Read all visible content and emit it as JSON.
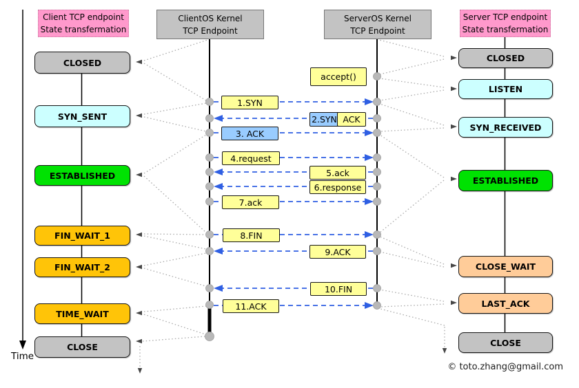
{
  "colors": {
    "pink_header": "#FF99CC",
    "gray_box": "#C3C3C3",
    "cyan_box": "#CCFFFF",
    "green_box": "#00E202",
    "gold_box": "#FFC408",
    "peach_box": "#FFCC99",
    "yellow_label": "#FFFF99",
    "blue_label": "#99CCFF",
    "arrow_blue": "#2F5FE3",
    "dot_gray": "#B8B8B8",
    "connector_gray": "#A8A8A8"
  },
  "headers": {
    "client_state": {
      "line1": "Client TCP endpoint",
      "line2": "State transfermation"
    },
    "client_kernel": {
      "line1": "ClientOS Kernel",
      "line2": "TCP Endpoint"
    },
    "server_kernel": {
      "line1": "ServerOS Kernel",
      "line2": "TCP Endpoint"
    },
    "server_state": {
      "line1": "Server TCP endpoint",
      "line2": "State transfermation"
    }
  },
  "client_states": [
    {
      "label": "CLOSED",
      "kind": "gray"
    },
    {
      "label": "SYN_SENT",
      "kind": "cyan"
    },
    {
      "label": "ESTABLISHED",
      "kind": "green"
    },
    {
      "label": "FIN_WAIT_1",
      "kind": "gold"
    },
    {
      "label": "FIN_WAIT_2",
      "kind": "gold"
    },
    {
      "label": "TIME_WAIT",
      "kind": "gold"
    },
    {
      "label": "CLOSE",
      "kind": "gray"
    }
  ],
  "server_states": [
    {
      "label": "CLOSED",
      "kind": "gray"
    },
    {
      "label": "LISTEN",
      "kind": "cyan"
    },
    {
      "label": "SYN_RECEIVED",
      "kind": "cyan"
    },
    {
      "label": "ESTABLISHED",
      "kind": "green"
    },
    {
      "label": "CLOSE_WAIT",
      "kind": "peach"
    },
    {
      "label": "LAST_ACK",
      "kind": "peach"
    },
    {
      "label": "CLOSE",
      "kind": "gray"
    }
  ],
  "syscall_label": "accept()",
  "messages": [
    {
      "label": "1.SYN",
      "direction": "right",
      "box": "yellow"
    },
    {
      "label": "2.SYN",
      "label2": "ACK",
      "direction": "left",
      "box": "blue+yellow"
    },
    {
      "label": "3. ACK",
      "direction": "right",
      "box": "blue"
    },
    {
      "label": "4.request",
      "direction": "right",
      "box": "yellow"
    },
    {
      "label": "5.ack",
      "direction": "left",
      "box": "yellow"
    },
    {
      "label": "6.response",
      "direction": "left",
      "box": "yellow"
    },
    {
      "label": "7.ack",
      "direction": "right",
      "box": "yellow"
    },
    {
      "label": "8.FIN",
      "direction": "right",
      "box": "yellow"
    },
    {
      "label": "9.ACK",
      "direction": "left",
      "box": "yellow"
    },
    {
      "label": "10.FIN",
      "direction": "left",
      "box": "yellow"
    },
    {
      "label": "11.ACK",
      "direction": "right",
      "box": "yellow"
    }
  ],
  "time_axis": {
    "label": "Time"
  },
  "footer": {
    "copyright": "© toto.zhang@gmail.com"
  }
}
